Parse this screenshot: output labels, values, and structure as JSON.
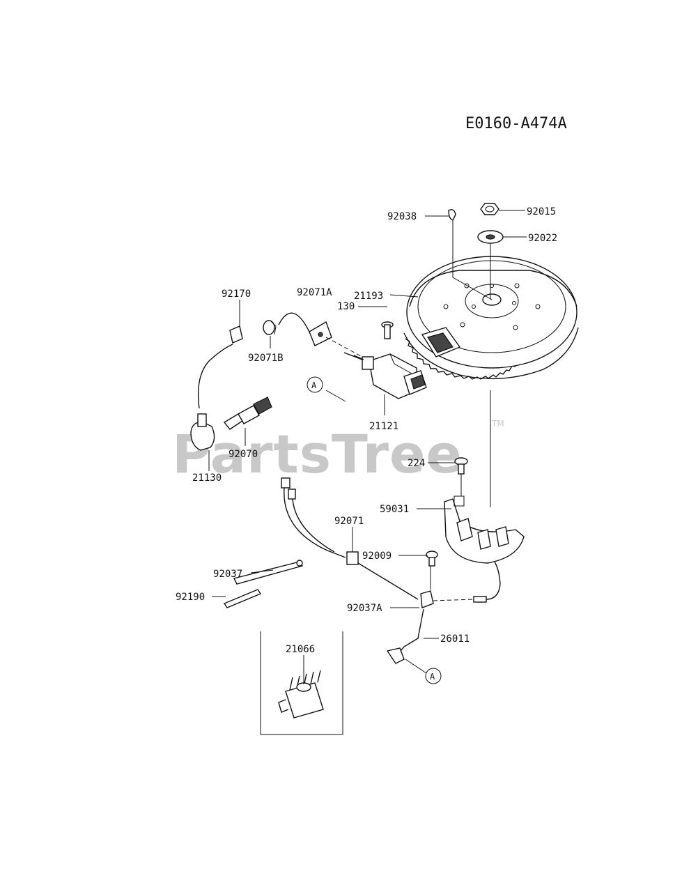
{
  "diagram": {
    "code": "E0160-A474A",
    "watermark": "PartsTree",
    "trademark": "TM",
    "callout_letter": "A",
    "parts": {
      "p92038": "92038",
      "p92015": "92015",
      "p92022": "92022",
      "p21193": "21193",
      "p92170": "92170",
      "p92071A": "92071A",
      "p130": "130",
      "p92071B": "92071B",
      "p21121": "21121",
      "p92070": "92070",
      "p21130": "21130",
      "p224": "224",
      "p59031": "59031",
      "p92071": "92071",
      "p92009": "92009",
      "p92037": "92037",
      "p92190": "92190",
      "p92037A": "92037A",
      "p26011": "26011",
      "p21066": "21066"
    }
  }
}
